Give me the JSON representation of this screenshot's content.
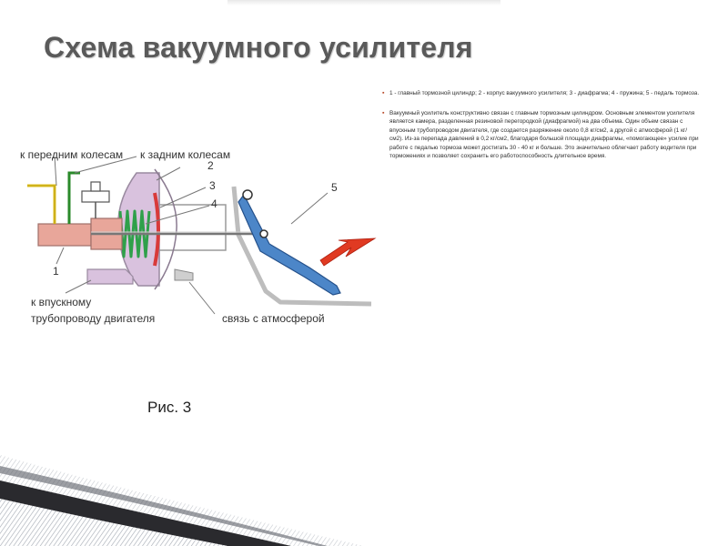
{
  "slide": {
    "title": "Схема вакуумного усилителя",
    "caption": "Рис. 3"
  },
  "bullets": [
    "1 - главный тормозной цилиндр; 2 - корпус вакуумного усилителя; 3 - диафрагма; 4 - пружина; 5 - педаль тормоза.",
    "Вакуумный усилитель конструктивно связан с главным тормозным цилиндром. Основным элементом усилителя является камера, разделенная резиновой перегородкой (диафрагмой) на два объема. Один объем связан с впускным трубопроводом двигателя, где создается разряжение около 0,8 кг/см2, а другой с атмосферой (1 кг/см2). Из-за перепада давлений в 0,2 кг/см2, благодаря большой площади диафрагмы, «помогающее» усилие при работе с педалью тормоза может достигать 30 - 40 кг и больше. Это значительно облегчает работу водителя при торможениях и позволяет сохранить его работоспособность длительное время."
  ],
  "diagram": {
    "label_front": "к передним колесам",
    "label_rear": "к задним колесам",
    "label_intake": "к впускному\nтрубопроводу двигателя",
    "label_intake_1": "к впускному",
    "label_intake_2": "трубопроводу двигателя",
    "label_atmosphere": "связь с атмосферой",
    "num_1": "1",
    "num_2": "2",
    "num_3": "3",
    "num_4": "4",
    "num_5": "5"
  },
  "colors": {
    "housing": "#d9c2de",
    "cylinder": "#e8a69a",
    "spring": "#2fa04a",
    "diaphragm": "#d83a3a",
    "pedal": "#4c86c8",
    "arrow": "#e03a22",
    "front_pipe": "#e0c020",
    "rear_pipe": "#2a8a2a"
  }
}
